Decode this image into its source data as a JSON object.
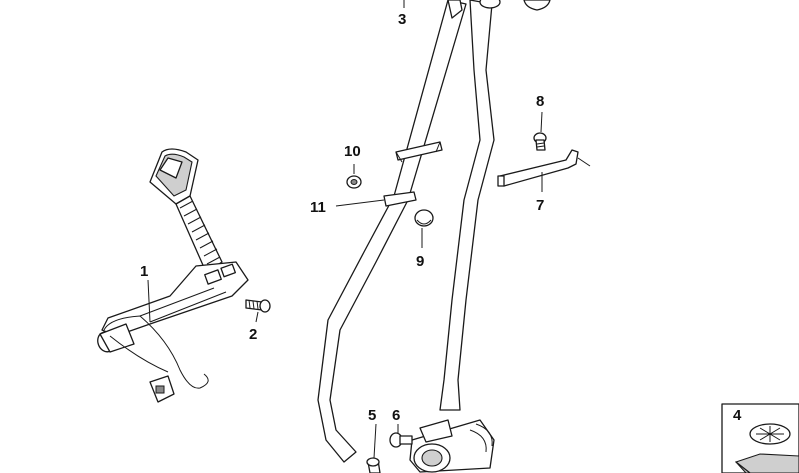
{
  "callouts": [
    {
      "id": "1",
      "label": "1"
    },
    {
      "id": "2",
      "label": "2"
    },
    {
      "id": "3",
      "label": "3"
    },
    {
      "id": "4",
      "label": "4"
    },
    {
      "id": "5",
      "label": "5"
    },
    {
      "id": "6",
      "label": "6"
    },
    {
      "id": "7",
      "label": "7"
    },
    {
      "id": "8",
      "label": "8"
    },
    {
      "id": "9",
      "label": "9"
    },
    {
      "id": "10",
      "label": "10"
    },
    {
      "id": "11",
      "label": "11"
    }
  ],
  "parts": [
    {
      "id": "belt-buckle-receptacle",
      "icon": "buckle-icon"
    },
    {
      "id": "buckle-bolt",
      "icon": "bolt-icon"
    },
    {
      "id": "seat-belt-strap",
      "icon": "belt-strap-icon"
    },
    {
      "id": "clip-kit-inset",
      "icon": "clip-icon"
    },
    {
      "id": "retractor-screw",
      "icon": "screw-icon"
    },
    {
      "id": "retractor-bolt",
      "icon": "bolt-icon"
    },
    {
      "id": "holder-bracket",
      "icon": "bracket-icon"
    },
    {
      "id": "bracket-bolt",
      "icon": "bolt-icon"
    },
    {
      "id": "cover-cap",
      "icon": "cap-icon"
    },
    {
      "id": "washer",
      "icon": "washer-icon"
    },
    {
      "id": "strap-guide-clip",
      "icon": "clip-icon"
    }
  ]
}
